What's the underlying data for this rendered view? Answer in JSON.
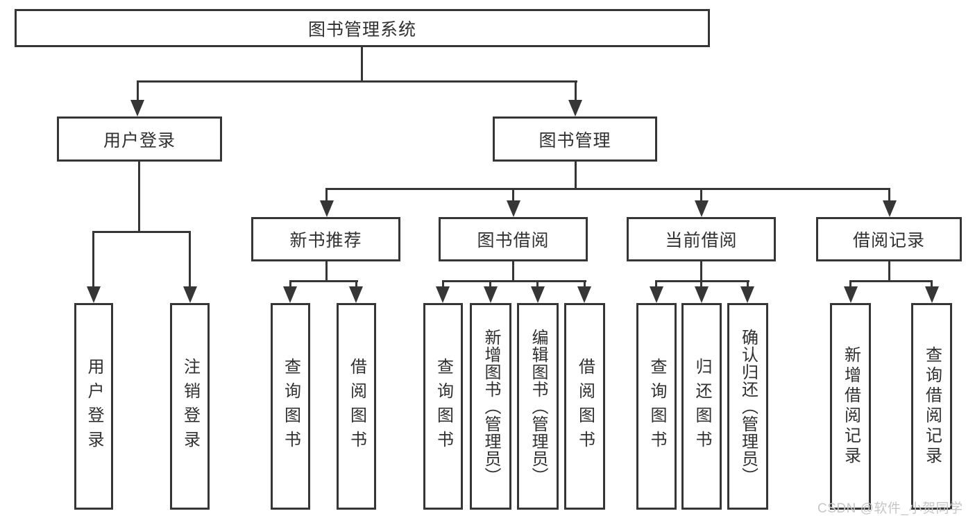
{
  "diagram": {
    "title": "图书管理系统",
    "type": "hierarchy-tree",
    "colors": {
      "line": "#363636",
      "box_border": "#363636",
      "box_fill": "#ffffff",
      "text": "#303030",
      "watermark": "#c6c6c6"
    },
    "root": {
      "label": "图书管理系统"
    },
    "level2": [
      {
        "label": "用户登录"
      },
      {
        "label": "图书管理"
      }
    ],
    "level3": [
      {
        "label": "新书推荐",
        "parent": "图书管理"
      },
      {
        "label": "图书借阅",
        "parent": "图书管理"
      },
      {
        "label": "当前借阅",
        "parent": "图书管理"
      },
      {
        "label": "借阅记录",
        "parent": "图书管理"
      }
    ],
    "leaves": [
      {
        "label": "用户登录",
        "parent": "用户登录"
      },
      {
        "label": "注销登录",
        "parent": "用户登录"
      },
      {
        "label": "查询图书",
        "parent": "新书推荐"
      },
      {
        "label": "借阅图书",
        "parent": "新书推荐"
      },
      {
        "label": "查询图书",
        "parent": "图书借阅"
      },
      {
        "label": "新增图书（管理员）",
        "parent": "图书借阅"
      },
      {
        "label": "编辑图书（管理员）",
        "parent": "图书借阅"
      },
      {
        "label": "借阅图书",
        "parent": "图书借阅"
      },
      {
        "label": "查询图书",
        "parent": "当前借阅"
      },
      {
        "label": "归还图书",
        "parent": "当前借阅"
      },
      {
        "label": "确认归还（管理员）",
        "parent": "当前借阅"
      },
      {
        "label": "新增借阅记录",
        "parent": "借阅记录"
      },
      {
        "label": "查询借阅记录",
        "parent": "借阅记录"
      }
    ]
  },
  "watermark": {
    "text": "CSDN @软件_小贺同学"
  }
}
